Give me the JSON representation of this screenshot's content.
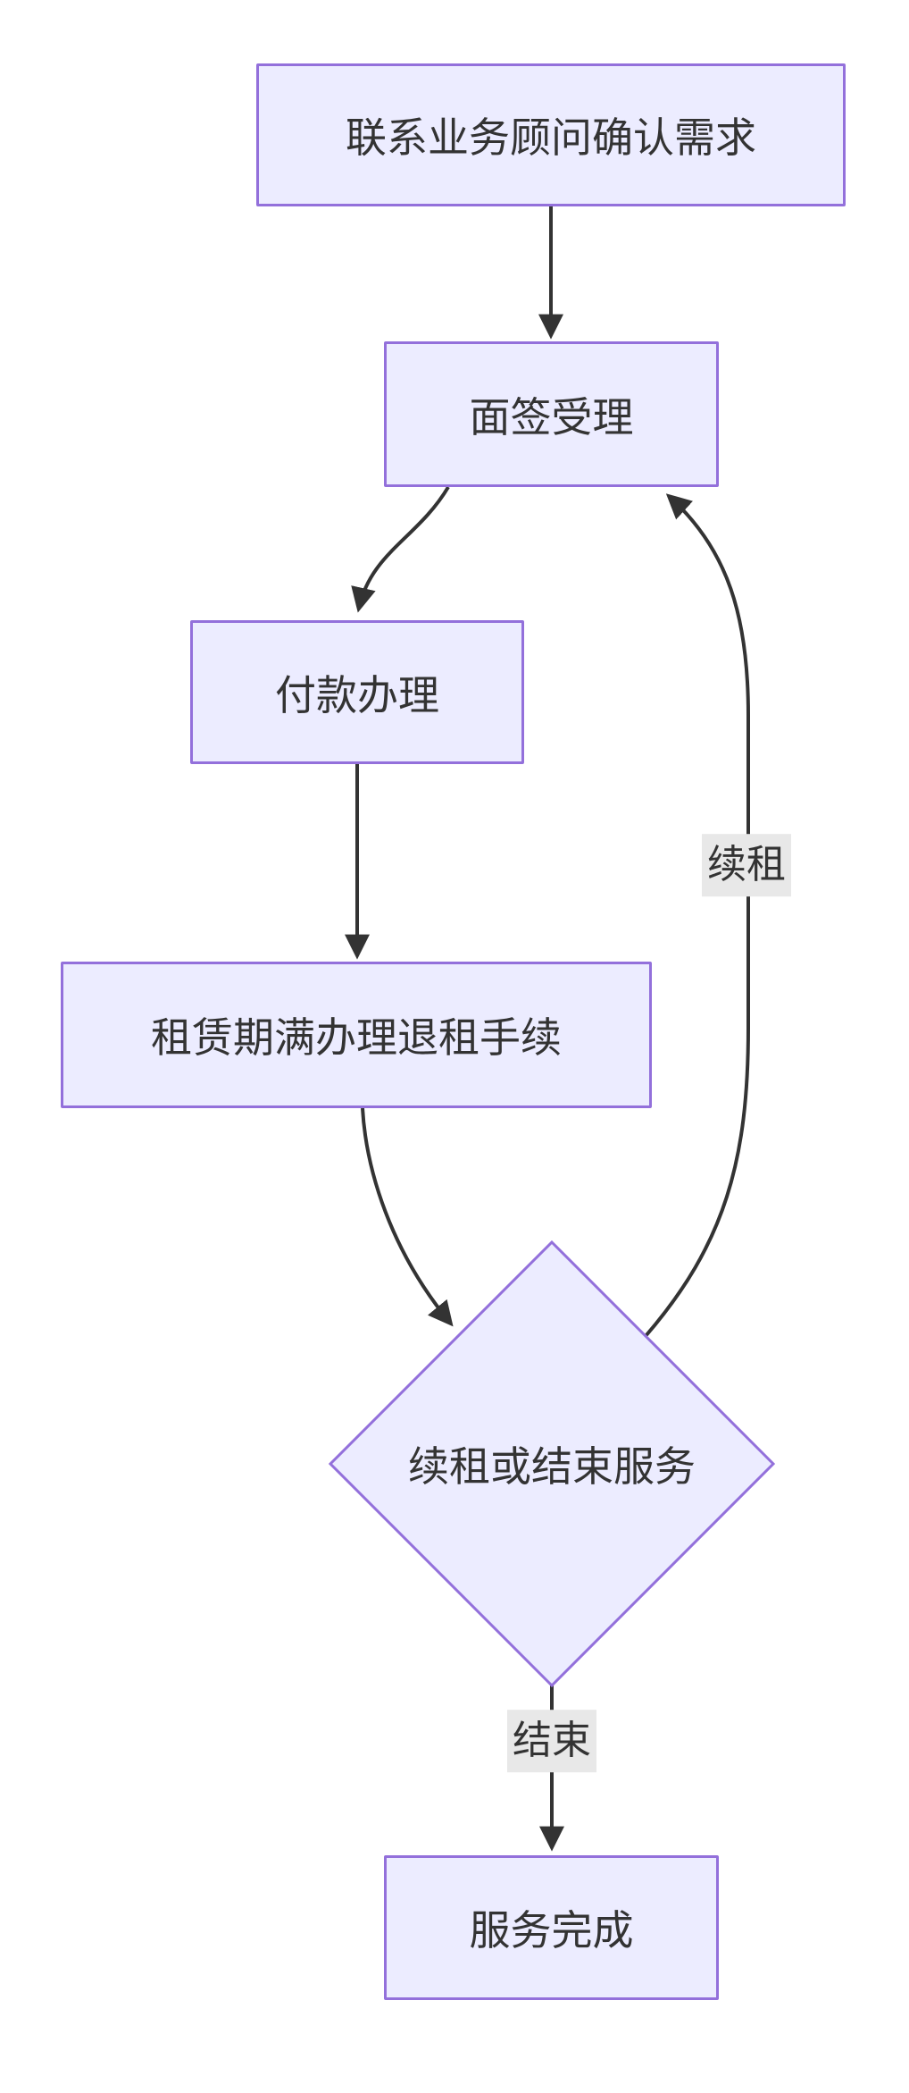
{
  "diagram": {
    "type": "flowchart",
    "direction": "top-down",
    "nodes": [
      {
        "id": "A",
        "shape": "rect",
        "label": "联系业务顾问确认需求"
      },
      {
        "id": "B",
        "shape": "rect",
        "label": "面签受理"
      },
      {
        "id": "C",
        "shape": "rect",
        "label": "付款办理"
      },
      {
        "id": "D",
        "shape": "rect",
        "label": "租赁期满办理退租手续"
      },
      {
        "id": "E",
        "shape": "diamond",
        "label": "续租或结束服务"
      },
      {
        "id": "F",
        "shape": "rect",
        "label": "服务完成"
      }
    ],
    "edges": [
      {
        "from": "A",
        "to": "B",
        "label": ""
      },
      {
        "from": "B",
        "to": "C",
        "label": ""
      },
      {
        "from": "C",
        "to": "D",
        "label": ""
      },
      {
        "from": "D",
        "to": "E",
        "label": ""
      },
      {
        "from": "E",
        "to": "B",
        "label": "续租"
      },
      {
        "from": "E",
        "to": "F",
        "label": "结束"
      }
    ],
    "colors": {
      "background": "#ffffff",
      "node_fill": "#ECECFF",
      "node_border": "#9370DB",
      "edge": "#333333",
      "text": "#333333",
      "label_bg": "#e8e8e8"
    }
  }
}
